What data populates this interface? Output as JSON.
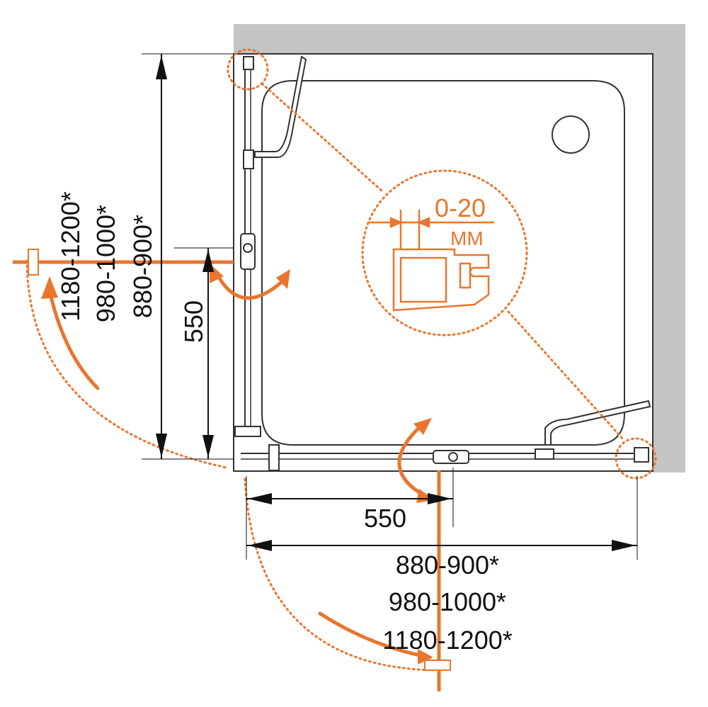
{
  "colors": {
    "accent": "#e8762d",
    "wall": "#c4c4c4",
    "outline": "#333333",
    "text": "#111111"
  },
  "labels": {
    "dim_door_width_vertical": "550",
    "dim_door_width_horizontal": "550",
    "sizes_vertical": [
      "1180-1200*",
      "980-1000*",
      "880-900*"
    ],
    "sizes_horizontal": [
      "880-900*",
      "980-1000*",
      "1180-1200*"
    ],
    "gap_value": "0-20",
    "gap_unit": "MM"
  },
  "icons": {
    "detail_callout": "magnifier-circle",
    "drain": "drain-circle",
    "door_swing": "curved-arrow"
  }
}
